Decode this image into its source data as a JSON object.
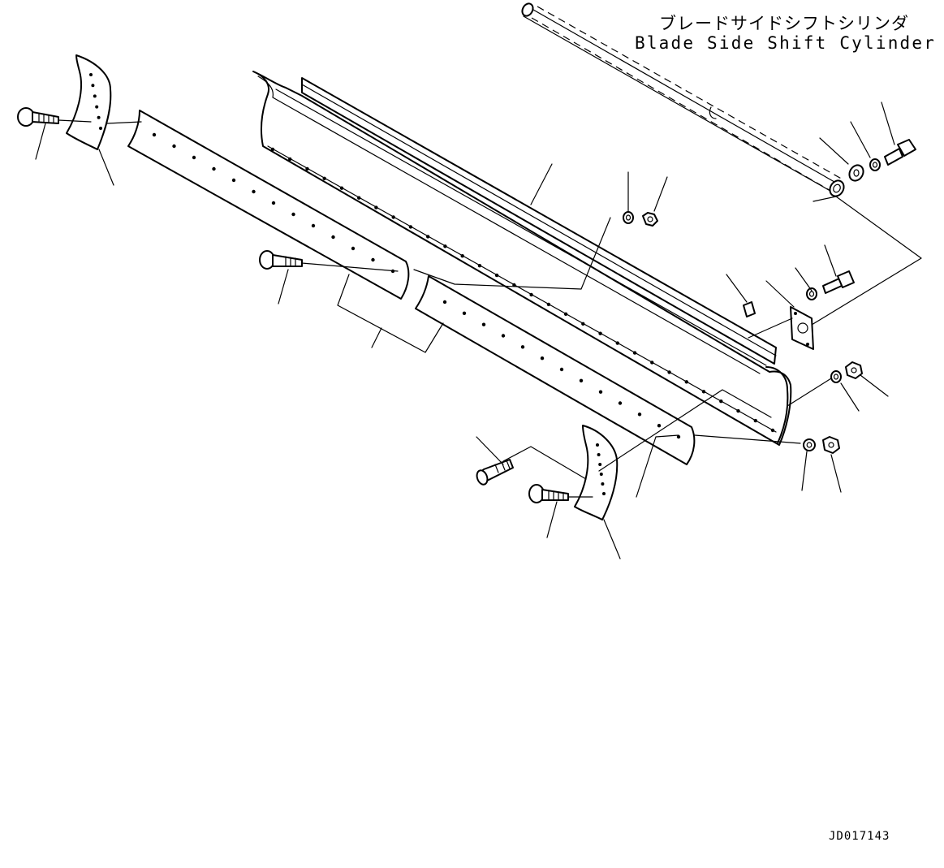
{
  "callout": {
    "name_jp": "ブレードサイドシフトシリンダ",
    "name_en": "Blade Side Shift Cylinder"
  },
  "drawing_id": "JD017143",
  "parts": [
    "blade-moldboard",
    "blade-side-shift-cylinder",
    "cutting-edge-left",
    "cutting-edge-right",
    "end-bit-left",
    "end-bit-right",
    "plow-bolts",
    "nuts",
    "washers",
    "bracket",
    "grease-fitting"
  ]
}
